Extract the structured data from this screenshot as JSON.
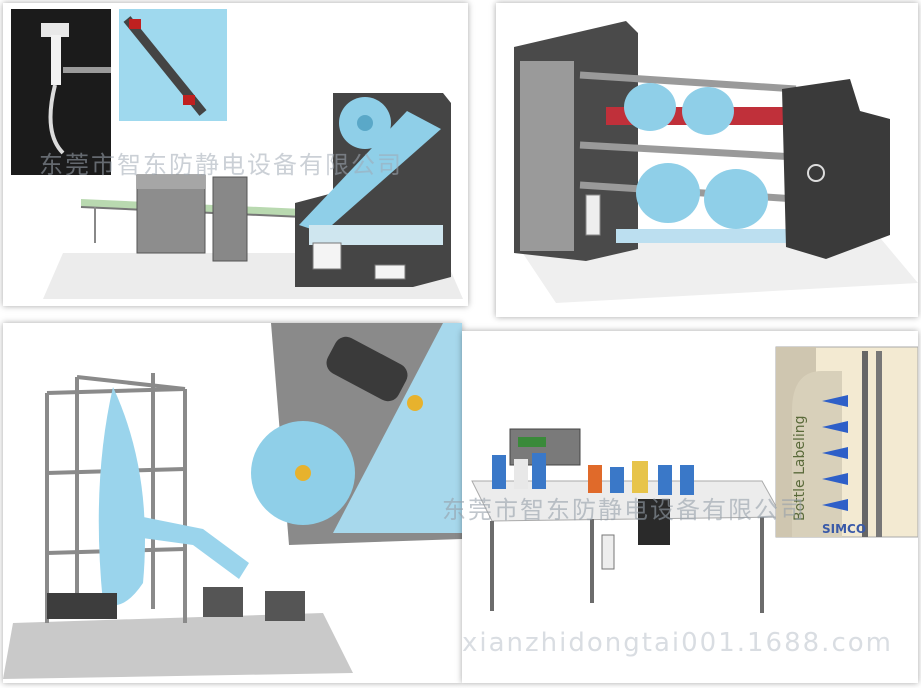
{
  "watermarks": {
    "company_top": "东莞市智东防静电设备有限公司",
    "company_bottom": "东莞市智东防静电设备有限公司",
    "url_bottom": "xianzhidongtai001.1688.com"
  },
  "labels": {
    "bottle_labeling": "Bottle Labeling",
    "simco_brand": "SIMCO"
  },
  "colors": {
    "accent_blue": "#7fc6e6",
    "machine_dark": "#3c3c3c",
    "panel_bg": "#ffffff"
  }
}
